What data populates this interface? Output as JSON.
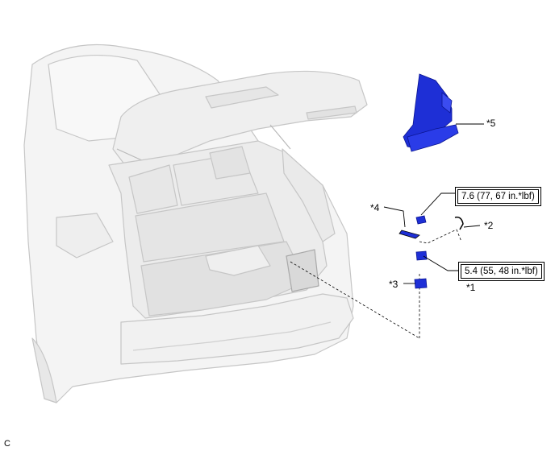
{
  "callouts": {
    "c1": "*1",
    "c2": "*2",
    "c3": "*3",
    "c4": "*4",
    "c5": "*5"
  },
  "torques": {
    "upper": "7.6 (77, 67 in.*lbf)",
    "lower": "5.4 (55, 48 in.*lbf)"
  },
  "figure_code": "C",
  "colors": {
    "part_blue": "#1e2fd6",
    "vehicle_line": "#c9c9c9",
    "vehicle_fill": "#f4f4f4",
    "leader": "#000000"
  }
}
